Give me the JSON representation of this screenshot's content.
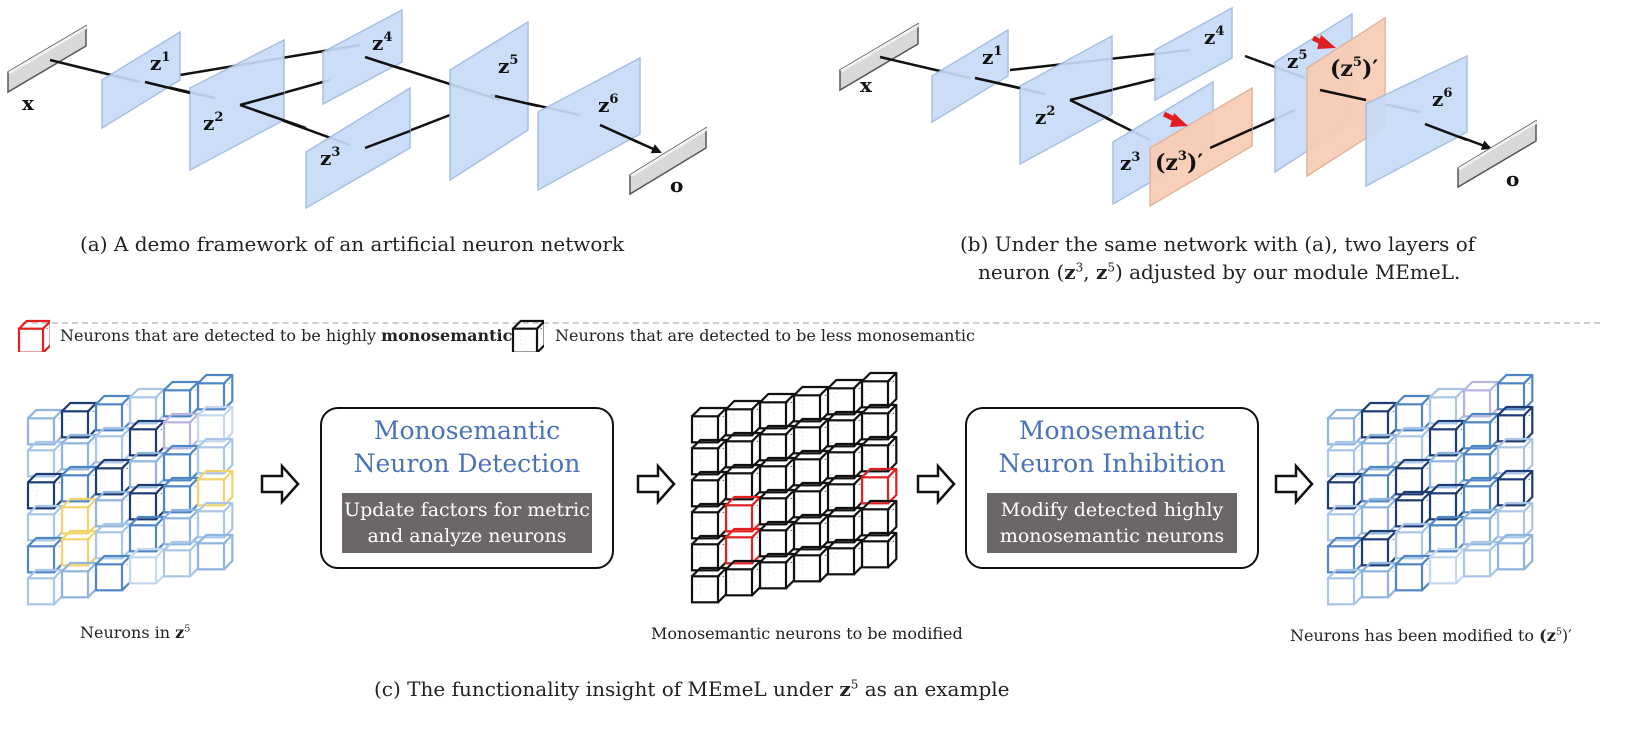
{
  "network_a": {
    "caption": "(a) A demo framework of an artificial neuron network",
    "labels": {
      "x": "x",
      "z1": "z",
      "z2": "z",
      "z3": "z",
      "z4": "z",
      "z5": "z",
      "z6": "z",
      "o": "o"
    },
    "sups": {
      "z1": "1",
      "z2": "2",
      "z3": "3",
      "z4": "4",
      "z5": "5",
      "z6": "6"
    }
  },
  "network_b": {
    "caption_line1": "(b) Under the same network with (a), two layers of",
    "caption_line2_pre": "neuron (",
    "caption_line2_z1": "z",
    "caption_line2_s1": "3",
    "caption_line2_mid": ", ",
    "caption_line2_z2": "z",
    "caption_line2_s2": "5",
    "caption_line2_post": ") adjusted by our module MEmeL.",
    "labels": {
      "x": "x",
      "z1": "z",
      "z2": "z",
      "z3": "z",
      "z4": "z",
      "z5": "z",
      "z6": "z",
      "o": "o",
      "z3p": "(z",
      "z5p": "(z"
    },
    "sups": {
      "z1": "1",
      "z2": "2",
      "z3": "3",
      "z4": "4",
      "z5": "5",
      "z6": "6",
      "z3p": "3",
      "z5p": "5"
    },
    "prime_close": ")′"
  },
  "legend": {
    "high_pre": "Neurons that are detected to be highly ",
    "high_bold": "monosemantic",
    "low": "Neurons that are detected to be less monosemantic"
  },
  "pipeline": {
    "input_caption_pre": "Neurons in ",
    "input_caption_z": "z",
    "input_caption_sup": "5",
    "detect_title_1": "Monosemantic",
    "detect_title_2": "Neuron Detection",
    "detect_sub_1": "Update factors for metric",
    "detect_sub_2": "and analyze neurons",
    "middle_caption": "Monosemantic neurons to be modified",
    "inhibit_title_1": "Monosemantic",
    "inhibit_title_2": "Neuron Inhibition",
    "inhibit_sub_1": "Modify detected highly",
    "inhibit_sub_2": "monosemantic neurons",
    "output_caption_pre": "Neurons has been modified to ",
    "output_caption_open": "(z",
    "output_caption_sup": "5",
    "output_caption_close": ")′"
  },
  "caption_c_pre": "(c) The functionality insight of MEmeL under ",
  "caption_c_z": "z",
  "caption_c_sup": "5",
  "caption_c_post": " as an example",
  "colors": {
    "layer_blue": "#c7dbf7",
    "layer_blue_edge": "#9fbbe3",
    "layer_peach": "#f8cdb5",
    "input_gray": "#d8d8d8",
    "arrow_red": "#e02020",
    "title_blue": "#4a72b8",
    "sub_gray": "#6b6766",
    "cube_red": "#e02020",
    "cube_black": "#111111",
    "cube_yellow": "#f2d36b",
    "cube_blues": [
      "#1f3b73",
      "#4f86c6",
      "#8fb4de",
      "#a9c6e8",
      "#c4d8f0",
      "#b7b4de"
    ]
  }
}
